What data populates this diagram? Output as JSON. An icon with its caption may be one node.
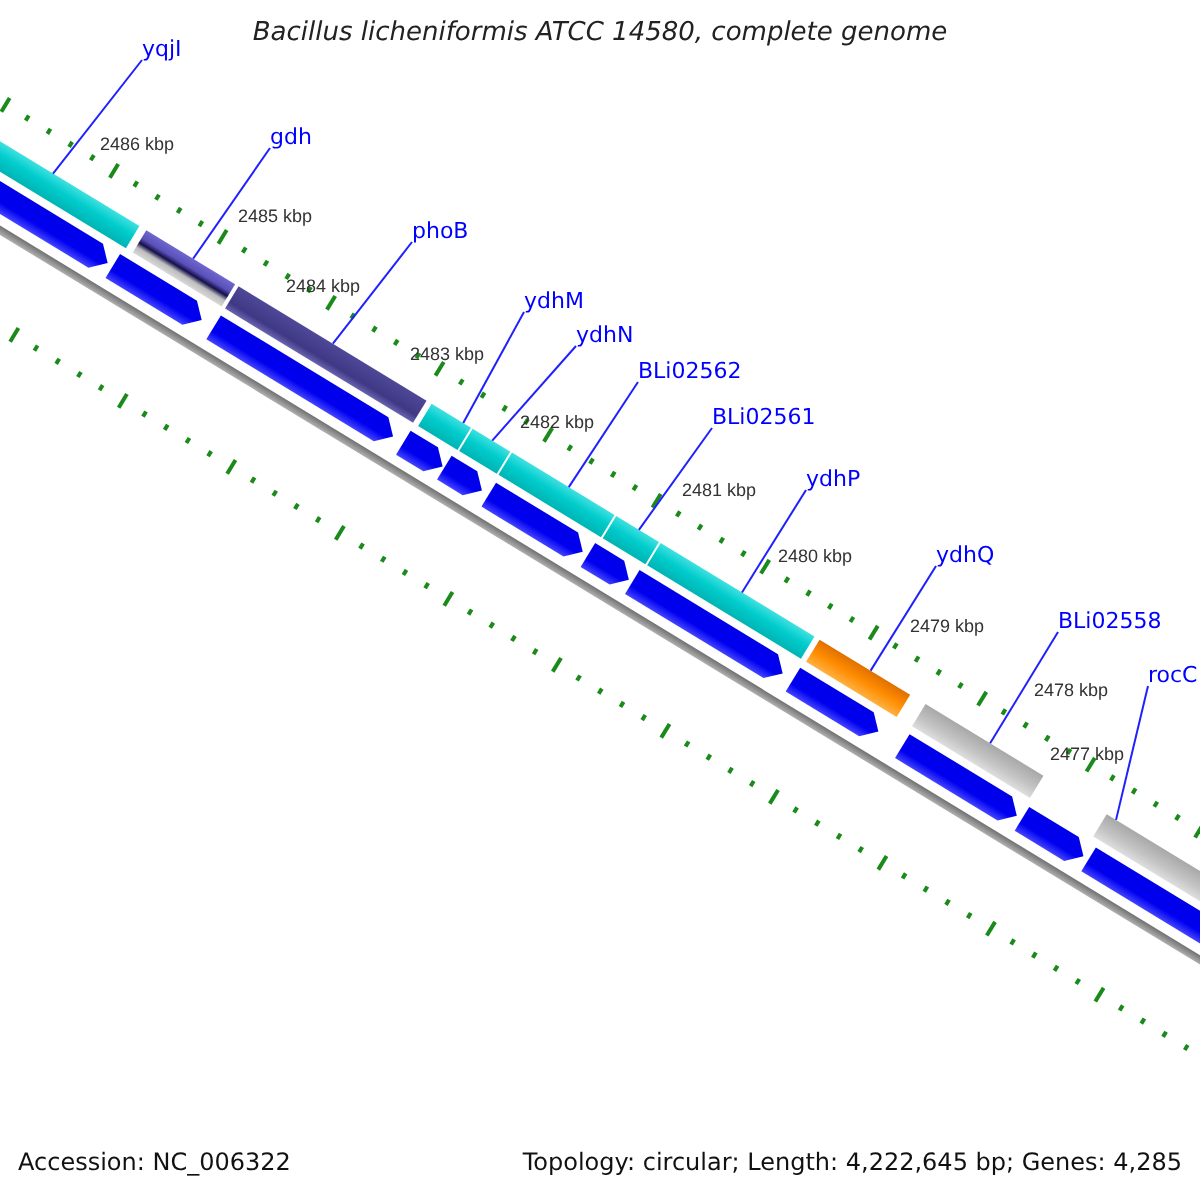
{
  "diagram": {
    "title": "Bacillus licheniformis ATCC 14580, complete genome",
    "nodes": [
      {
        "text": [
          "yqjI"
        ]
      },
      {
        "text": [
          "gdh"
        ]
      },
      {
        "text": [
          "phoB"
        ]
      },
      {
        "text": [
          "ydhM"
        ]
      },
      {
        "text": [
          "ydhN"
        ]
      },
      {
        "text": [
          "BLi02562"
        ]
      },
      {
        "text": [
          "BLi02561"
        ]
      },
      {
        "text": [
          "ydhP"
        ]
      },
      {
        "text": [
          "ydhQ"
        ]
      },
      {
        "text": [
          "BLi02558"
        ]
      },
      {
        "text": [
          "rocC"
        ]
      },
      {
        "text": [],
        "shape": "bar"
      },
      {
        "text": [],
        "shape": "bar"
      },
      {
        "text": [],
        "shape": "bar"
      },
      {
        "text": [],
        "shape": "bar"
      },
      {
        "text": [],
        "shape": "bar"
      },
      {
        "text": [],
        "shape": "bar"
      },
      {
        "text": [],
        "shape": "bar"
      },
      {
        "text": [],
        "shape": "bar"
      },
      {
        "text": [],
        "shape": "bar"
      },
      {
        "text": [],
        "shape": "bar"
      },
      {
        "text": [],
        "shape": "bar"
      }
    ],
    "edges": [
      {
        "from": 0,
        "to": 11,
        "arrow": "none"
      },
      {
        "from": 1,
        "to": 12,
        "arrow": "none"
      },
      {
        "from": 2,
        "to": 13,
        "arrow": "none"
      },
      {
        "from": 3,
        "to": 14,
        "arrow": "none"
      },
      {
        "from": 4,
        "to": 15,
        "arrow": "none"
      },
      {
        "from": 5,
        "to": 16,
        "arrow": "none"
      },
      {
        "from": 6,
        "to": 17,
        "arrow": "none"
      },
      {
        "from": 7,
        "to": 18,
        "arrow": "none"
      },
      {
        "from": 8,
        "to": 19,
        "arrow": "none"
      },
      {
        "from": 9,
        "to": 20,
        "arrow": "none"
      },
      {
        "from": 10,
        "to": 21,
        "arrow": "none"
      }
    ],
    "labels": [
      "2486 kbp",
      "2485 kbp",
      "2484 kbp",
      "2483 kbp",
      "2482 kbp",
      "2481 kbp",
      "2480 kbp",
      "2479 kbp",
      "2478 kbp",
      "2477 kbp",
      "Accession: NC_006322",
      "Topology: circular; Length: 4,222,645 bp; Genes: 4,285"
    ]
  }
}
